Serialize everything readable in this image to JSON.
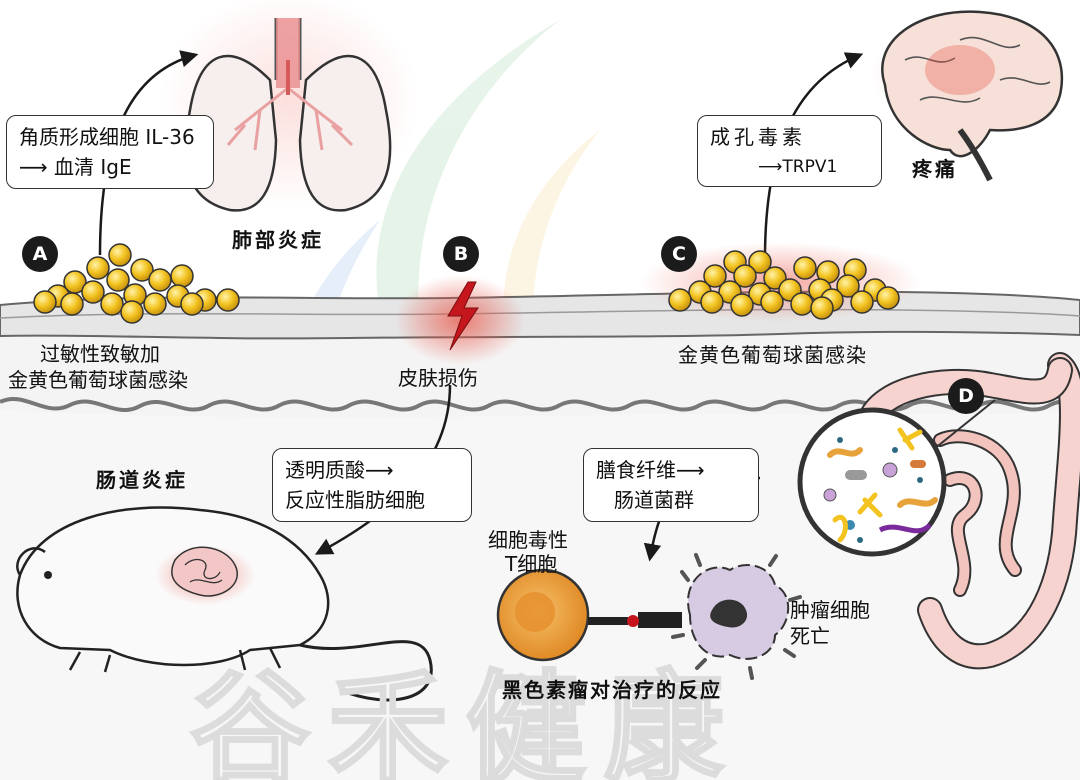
{
  "markers": {
    "a": "A",
    "b": "B",
    "c": "C",
    "d": "D"
  },
  "panel_a": {
    "box_line1": "角质形成细胞 IL-36",
    "box_line2": "⟶ 血清 IgE",
    "organ_label": "肺部炎症",
    "caption_line1": "过敏性致敏加",
    "caption_line2": "金黄色葡萄球菌感染"
  },
  "panel_b": {
    "caption": "皮肤损伤",
    "box_line1": "透明质酸⟶",
    "box_line2": "反应性脂肪细胞",
    "organ_label": "肠道炎症"
  },
  "panel_c": {
    "box_line1": "成孔毒素",
    "box_line2": "⟶TRPV1",
    "organ_label": "疼痛",
    "caption": "金黄色葡萄球菌感染"
  },
  "panel_d": {
    "box_line1": "膳食纤维⟶",
    "box_line2": "肠道菌群",
    "tcell_line1": "细胞毒性",
    "tcell_line2": "T细胞",
    "tumor_line1": "肿瘤细胞",
    "tumor_line2": "死亡",
    "title": "黑色素瘤对治疗的反应"
  },
  "watermark": "谷禾健康",
  "colors": {
    "bacteria": "#f3c320",
    "inflammation": "#e9584a",
    "injury": "#c4161c",
    "skin": "#e6e6e6",
    "tcell": "#f0a63a",
    "tumor": "#cdbfdc"
  }
}
